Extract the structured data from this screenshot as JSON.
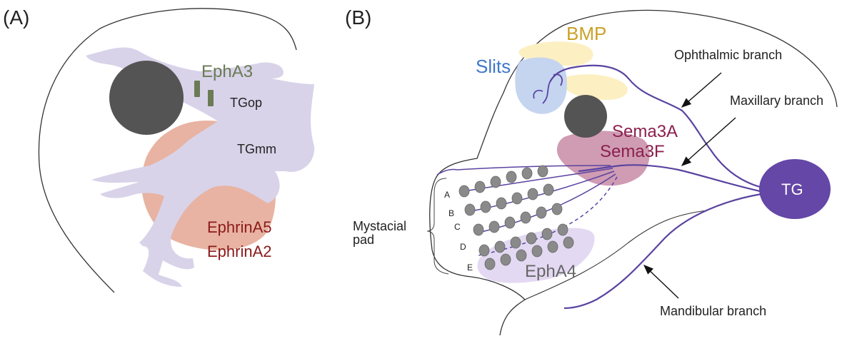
{
  "panel_a": {
    "label": "(A)",
    "ligand_label": "EphA3",
    "tgop_label": "TGop",
    "tgmm_label": "TGmm",
    "ephrin_a5_label": "EphrinA5",
    "ephrin_a2_label": "EphrinA2"
  },
  "panel_b": {
    "label": "(B)",
    "bmp_label": "BMP",
    "slits_label": "Slits",
    "sema3a_label": "Sema3A",
    "sema3f_label": "Sema3F",
    "tg_label": "TG",
    "epha4_label": "EphA4",
    "mystacial_label_line1": "Mystacial",
    "mystacial_label_line2": "pad",
    "row_labels": [
      "A",
      "B",
      "C",
      "D",
      "E"
    ],
    "ophthalmic_label": "Ophthalmic branch",
    "maxillary_label": "Maxillary branch",
    "mandibular_label": "Mandibular branch"
  },
  "colors": {
    "ganglion_fill": "#d8d3e9",
    "ephrin_fill": "#e8b3a2",
    "eye_fill": "#545454",
    "epha3_text": "#6b7b55",
    "ephrin_text": "#8b1a1a",
    "bmp_fill": "#fcefc2",
    "bmp_text": "#c9a227",
    "slits_fill": "#c5d5f0",
    "slits_text": "#3f78c9",
    "sema_fill": "#cf9cb3",
    "sema_text": "#8b1f4e",
    "nerve": "#5a43a0",
    "tg_fill": "#6447a6",
    "epha4_fill": "#e3d9f2",
    "whisker_fill": "#8a8a8a"
  }
}
